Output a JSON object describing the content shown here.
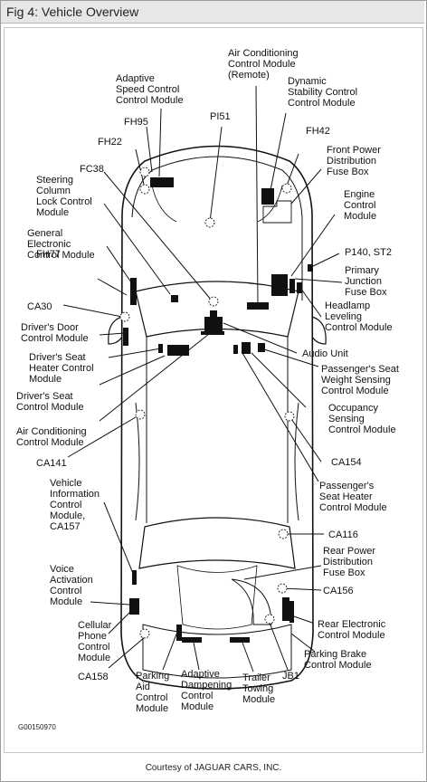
{
  "window": {
    "title": "Fig 4: Vehicle Overview"
  },
  "labels": {
    "ac_remote": [
      "Air Conditioning",
      "Control Module",
      "(Remote)"
    ],
    "adaptive_speed": [
      "Adaptive",
      "Speed Control",
      "Control Module"
    ],
    "dynamic_stability": [
      "Dynamic",
      "Stability Control",
      "Control Module"
    ],
    "fh95": [
      "FH95"
    ],
    "pi51": [
      "PI51"
    ],
    "fh42": [
      "FH42"
    ],
    "fh22": [
      "FH22"
    ],
    "front_power": [
      "Front Power",
      "Distribution",
      "Fuse Box"
    ],
    "fc38": [
      "FC38"
    ],
    "steering_column": [
      "Steering",
      "Column",
      "Lock Control",
      "Module"
    ],
    "engine_control": [
      "Engine",
      "Control",
      "Module"
    ],
    "general_electronic": [
      "General",
      "Electronic",
      "Control Module"
    ],
    "p140_st2": [
      "P140, ST2"
    ],
    "primary_junction": [
      "Primary",
      "Junction",
      "Fuse Box"
    ],
    "fh77": [
      "FH77"
    ],
    "ca30": [
      "CA30"
    ],
    "headlamp": [
      "Headlamp",
      "Leveling",
      "Control Module"
    ],
    "drivers_door": [
      "Driver's Door",
      "Control Module"
    ],
    "audio_unit": [
      "Audio Unit"
    ],
    "drivers_seat_heater": [
      "Driver's Seat",
      "Heater Control",
      "Module"
    ],
    "passenger_seat_weight": [
      "Passenger's Seat",
      "Weight Sensing",
      "Control Module"
    ],
    "drivers_seat": [
      "Driver's Seat",
      "Control Module"
    ],
    "occupancy": [
      "Occupancy",
      "Sensing",
      "Control Module"
    ],
    "ac_control": [
      "Air Conditioning",
      "Control Module"
    ],
    "ca154": [
      "CA154"
    ],
    "ca141": [
      "CA141"
    ],
    "passenger_seat_heater": [
      "Passenger's",
      "Seat Heater",
      "Control Module"
    ],
    "vehicle_info": [
      "Vehicle",
      "Information",
      "Control",
      "Module,",
      "CA157"
    ],
    "ca116": [
      "CA116"
    ],
    "rear_power": [
      "Rear Power",
      "Distribution",
      "Fuse Box"
    ],
    "voice_activation": [
      "Voice",
      "Activation",
      "Control",
      "Module"
    ],
    "ca156": [
      "CA156"
    ],
    "cellular_phone": [
      "Cellular",
      "Phone",
      "Control",
      "Module"
    ],
    "rear_electronic": [
      "Rear Electronic",
      "Control Module"
    ],
    "parking_brake": [
      "Parking Brake",
      "Control Module"
    ],
    "ca158": [
      "CA158"
    ],
    "parking_aid": [
      "Parking",
      "Aid",
      "Control",
      "Module"
    ],
    "adaptive_dampening": [
      "Adaptive",
      "Dampening",
      "Control",
      "Module"
    ],
    "trailer_towing": [
      "Trailer",
      "Towing",
      "Module"
    ],
    "jb1": [
      "JB1"
    ]
  },
  "figure_code": "G00150970",
  "credit": "Courtesy of JAGUAR CARS, INC."
}
